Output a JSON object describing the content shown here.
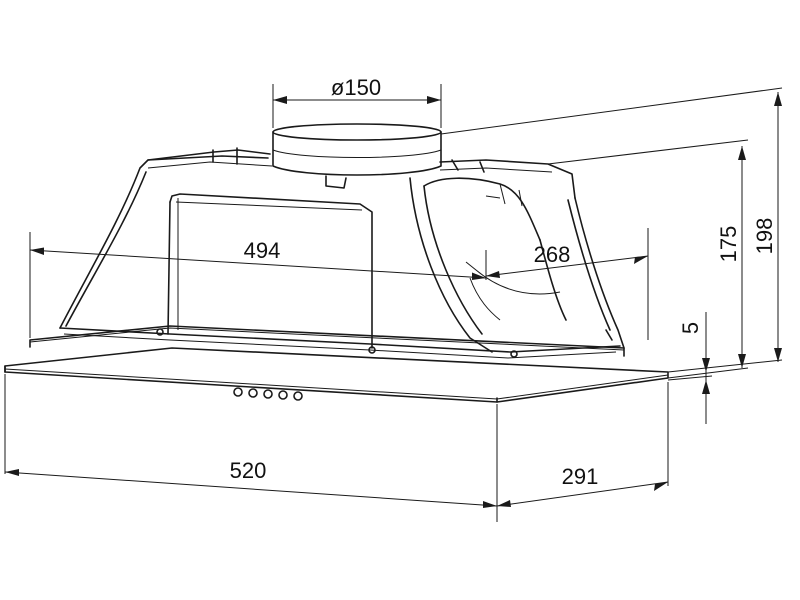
{
  "dimensions": {
    "duct_diameter": "ø150",
    "inner_width": "494",
    "inner_depth": "268",
    "inner_height": "175",
    "total_height": "198",
    "plate_thickness": "5",
    "outer_width": "520",
    "outer_depth": "291"
  }
}
